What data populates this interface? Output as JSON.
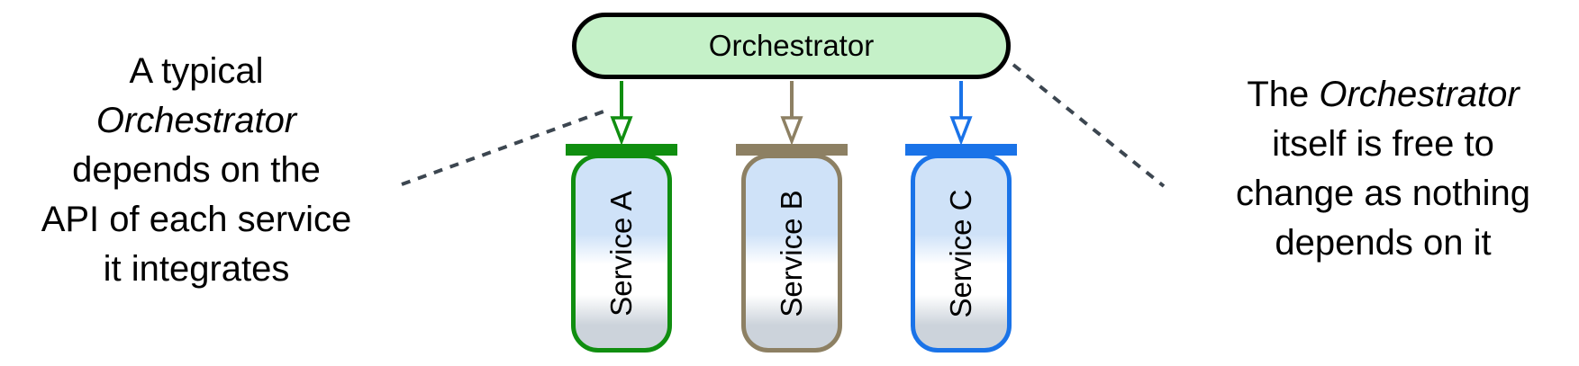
{
  "colors": {
    "background": "#ffffff",
    "text": "#000000",
    "orchestrator_fill": "#c5f1c8",
    "orchestrator_border": "#000000",
    "service_fill_top": "#cfe2f8",
    "service_fill_mid": "#ffffff",
    "service_fill_bottom": "#ccd3db",
    "service_a_accent": "#108e10",
    "service_b_accent": "#8d8063",
    "service_c_accent": "#1a73e8",
    "dashed_line": "#3c4650"
  },
  "orchestrator": {
    "label": "Orchestrator"
  },
  "services": [
    {
      "label": "Service A"
    },
    {
      "label": "Service B"
    },
    {
      "label": "Service C"
    }
  ],
  "annotations": {
    "left": {
      "line1": "A typical",
      "line2_italic": "Orchestrator",
      "line3": "depends on the",
      "line4": "API of each service",
      "line5": "it integrates"
    },
    "right": {
      "line1_prefix": "The ",
      "line1_italic": "Orchestrator",
      "line2": "itself is free to",
      "line3": "change as nothing",
      "line4": "depends on it"
    }
  }
}
